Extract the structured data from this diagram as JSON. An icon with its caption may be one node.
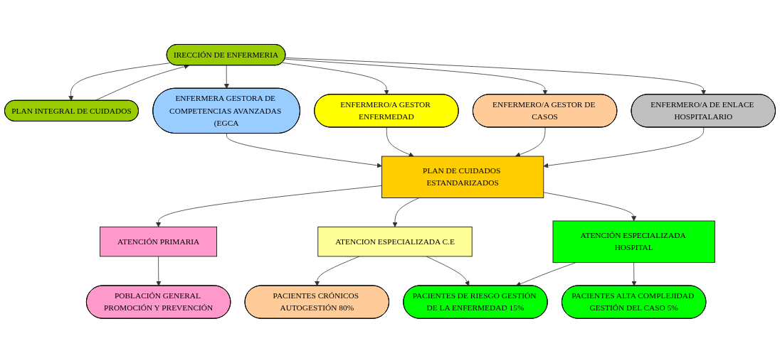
{
  "diagram": {
    "nodes": [
      {
        "text": [
          "IRECCIÓN DE ENFERMERIA"
        ]
      },
      {
        "text": [
          "PLAN INTEGRAL DE CUIDADOS"
        ]
      },
      {
        "text": [
          "ENFERMERA GESTORA DE COMPETENCIAS AVANZADAS (EGCA"
        ]
      },
      {
        "text": [
          "ENFERMERO/A GESTOR ENFERMEDAD"
        ]
      },
      {
        "text": [
          "ENFERMERO/A GESTOR DE CASOS"
        ]
      },
      {
        "text": [
          "ENFERMERO/A DE ENLACE HOSPITALARIO"
        ]
      },
      {
        "text": [
          "PLAN DE CUIDADOS ESTANDARIZADOS"
        ]
      },
      {
        "text": [
          "ATENCIÓN PRIMARIA"
        ]
      },
      {
        "text": [
          "ATENCION ESPECIALIZADA C.E"
        ]
      },
      {
        "text": [
          "ATENCIÓN ESPECIALIZADA HOSPITAL"
        ]
      },
      {
        "text": [
          "POBLACIÓN GENERAL PROMOCIÓN Y PREVENCIÓN"
        ]
      },
      {
        "text": [
          "PACIENTES CRÓNICOS AUTOGESTIÓN 80%"
        ]
      },
      {
        "text": [
          "PACIENTES DE RIESGO GESTIÓN DE LA ENFERMEDAD 15%"
        ]
      },
      {
        "text": [
          "PACIENTES ALTA COMPLEJIDAD GESTIÓN DEL CASO 5%"
        ]
      }
    ],
    "edges": [
      {
        "from": 0,
        "to": 1,
        "arrow": "to"
      },
      {
        "from": 1,
        "to": 0,
        "arrow": "to"
      },
      {
        "from": 0,
        "to": 2,
        "arrow": "to"
      },
      {
        "from": 0,
        "to": 3,
        "arrow": "to"
      },
      {
        "from": 0,
        "to": 4,
        "arrow": "to"
      },
      {
        "from": 0,
        "to": 5,
        "arrow": "to"
      },
      {
        "from": 2,
        "to": 6,
        "arrow": "to"
      },
      {
        "from": 3,
        "to": 6,
        "arrow": "to"
      },
      {
        "from": 4,
        "to": 6,
        "arrow": "to"
      },
      {
        "from": 5,
        "to": 6,
        "arrow": "to"
      },
      {
        "from": 6,
        "to": 7,
        "arrow": "to"
      },
      {
        "from": 6,
        "to": 8,
        "arrow": "to"
      },
      {
        "from": 6,
        "to": 9,
        "arrow": "to"
      },
      {
        "from": 7,
        "to": 10,
        "arrow": "to"
      },
      {
        "from": 8,
        "to": 11,
        "arrow": "to"
      },
      {
        "from": 8,
        "to": 12,
        "arrow": "to"
      },
      {
        "from": 9,
        "to": 12,
        "arrow": "to"
      },
      {
        "from": 9,
        "to": 13,
        "arrow": "to"
      }
    ]
  }
}
